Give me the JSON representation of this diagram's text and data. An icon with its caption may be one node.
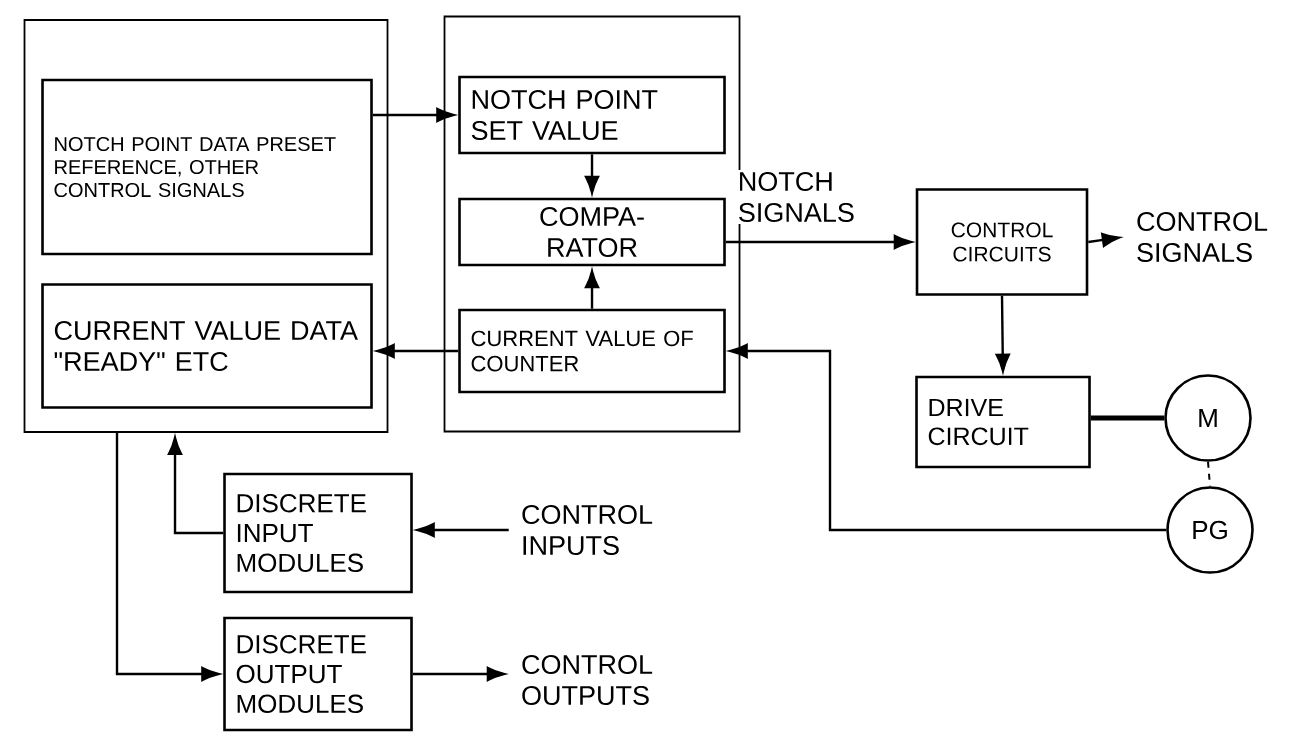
{
  "diagram": {
    "nodes": [
      {
        "text": [],
        "shape": "box"
      },
      {
        "text": [
          "NOTCH POINT DATA PRESET REFERENCE, OTHER CONTROL SIGNALS"
        ],
        "in": 0
      },
      {
        "text": [
          "CURRENT VALUE DATA \"READY\" ETC"
        ],
        "in": 0
      },
      {
        "text": [],
        "shape": "box"
      },
      {
        "text": [
          "NOTCH POINT SET VALUE"
        ],
        "in": 3
      },
      {
        "text": [
          "COMPA- RATOR"
        ],
        "in": 3
      },
      {
        "text": [
          "CURRENT VALUE OF COUNTER"
        ],
        "in": 3
      },
      {
        "text": [
          "CONTROL CIRCUITS"
        ]
      },
      {
        "text": [
          "CONTROL SIGNALS"
        ]
      },
      {
        "text": [
          "DRIVE CIRCUIT"
        ]
      },
      {
        "text": [
          "M"
        ]
      },
      {
        "text": [
          "PG"
        ]
      },
      {
        "text": [
          "DISCRETE INPUT MODULES"
        ]
      },
      {
        "text": [
          "CONTROL INPUTS"
        ]
      },
      {
        "text": [
          "DISCRETE OUTPUT MODULES"
        ]
      },
      {
        "text": [
          "CONTROL OUTPUTS"
        ]
      }
    ],
    "edges": [
      {
        "from": 1,
        "to": 4,
        "arrow": "to"
      },
      {
        "from": 4,
        "to": 5,
        "arrow": "to"
      },
      {
        "from": 6,
        "to": 5,
        "arrow": "to"
      },
      {
        "from": 5,
        "to": 7,
        "arrow": "to",
        "label": "NOTCH SIGNALS"
      },
      {
        "from": 6,
        "to": 2,
        "arrow": "to"
      },
      {
        "from": 7,
        "to": 8,
        "arrow": "to"
      },
      {
        "from": 7,
        "to": 9,
        "arrow": "to"
      },
      {
        "from": 9,
        "to": 10,
        "arrow": "none",
        "style": "thick"
      },
      {
        "from": 10,
        "to": 11,
        "arrow": "none",
        "style": "dashed"
      },
      {
        "from": 11,
        "to": 6,
        "arrow": "to"
      },
      {
        "from": 12,
        "to": 0,
        "arrow": "to"
      },
      {
        "from": 0,
        "to": 14,
        "arrow": "to"
      },
      {
        "from": 13,
        "to": 12,
        "arrow": "to"
      },
      {
        "from": 14,
        "to": 15,
        "arrow": "to"
      }
    ]
  }
}
